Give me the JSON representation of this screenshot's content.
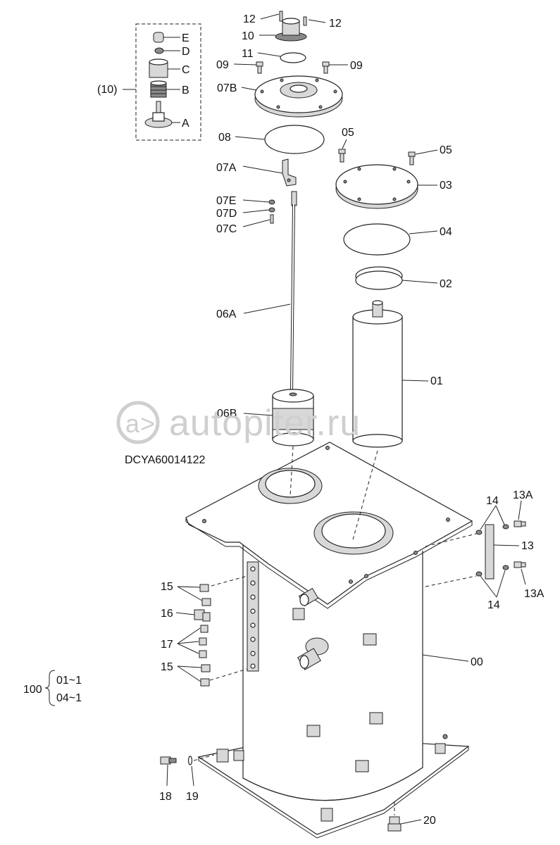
{
  "diagram_code": "DCYA60014122",
  "watermark": "autopiter.ru",
  "watermark_logo": "a>",
  "labels": {
    "l12a": "12",
    "l12b": "12",
    "l10": "10",
    "l11": "11",
    "l09a": "09",
    "l09b": "09",
    "l07B": "07B",
    "l08": "08",
    "l05a": "05",
    "l05b": "05",
    "l07A": "07A",
    "l03": "03",
    "l07E": "07E",
    "l07D": "07D",
    "l07C": "07C",
    "l04": "04",
    "l02": "02",
    "l06A": "06A",
    "l01": "01",
    "l06B": "06B",
    "l14a": "14",
    "l13Aa": "13A",
    "l13": "13",
    "l13Ab": "13A",
    "l14b": "14",
    "l15a": "15",
    "l16": "16",
    "l17": "17",
    "l15b": "15",
    "l00": "00",
    "l100": "100",
    "l01_1": "01~1",
    "l04_1": "04~1",
    "l18": "18",
    "l19": "19",
    "l20": "20"
  },
  "kit": {
    "group_label": "(10)",
    "items": [
      "E",
      "D",
      "C",
      "B",
      "A"
    ]
  },
  "colors": {
    "line": "#222222",
    "shade": "#d8d8d8",
    "watermark": "#cfcfcf"
  }
}
